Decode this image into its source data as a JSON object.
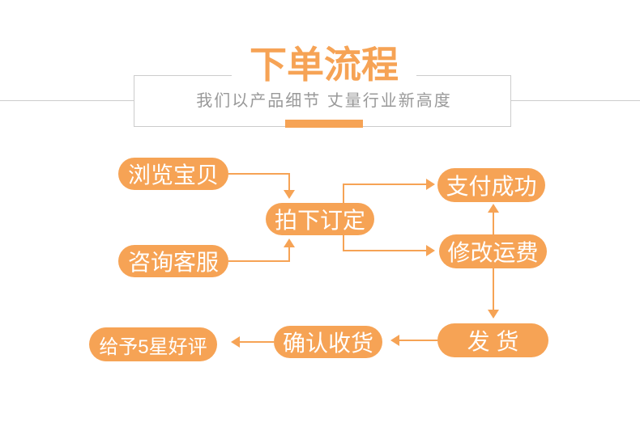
{
  "header": {
    "title": "下单流程",
    "subtitle": "我们以产品细节 丈量行业新高度"
  },
  "colors": {
    "accent_orange": "#f6a355",
    "frame_line_gray": "#cccccc",
    "subtitle_gray": "#999999",
    "node_text": "#ffffff"
  },
  "flow": {
    "nodes": [
      {
        "id": "browse",
        "label": "浏览宝贝"
      },
      {
        "id": "consult",
        "label": "咨询客服"
      },
      {
        "id": "order",
        "label": "拍下订定"
      },
      {
        "id": "pay",
        "label": "支付成功"
      },
      {
        "id": "fee",
        "label": "修改运费"
      },
      {
        "id": "ship",
        "label": "发  货"
      },
      {
        "id": "confirm",
        "label": "确认收货"
      },
      {
        "id": "review",
        "label": "给予5星好评"
      }
    ],
    "edges": [
      {
        "from": "浏览宝贝",
        "to": "拍下订定"
      },
      {
        "from": "咨询客服",
        "to": "拍下订定"
      },
      {
        "from": "拍下订定",
        "to": "支付成功"
      },
      {
        "from": "拍下订定",
        "to": "修改运费"
      },
      {
        "from": "修改运费",
        "to": "支付成功"
      },
      {
        "from": "修改运费",
        "to": "发货"
      },
      {
        "from": "发货",
        "to": "确认收货"
      },
      {
        "from": "确认收货",
        "to": "给予5星好评"
      }
    ]
  }
}
